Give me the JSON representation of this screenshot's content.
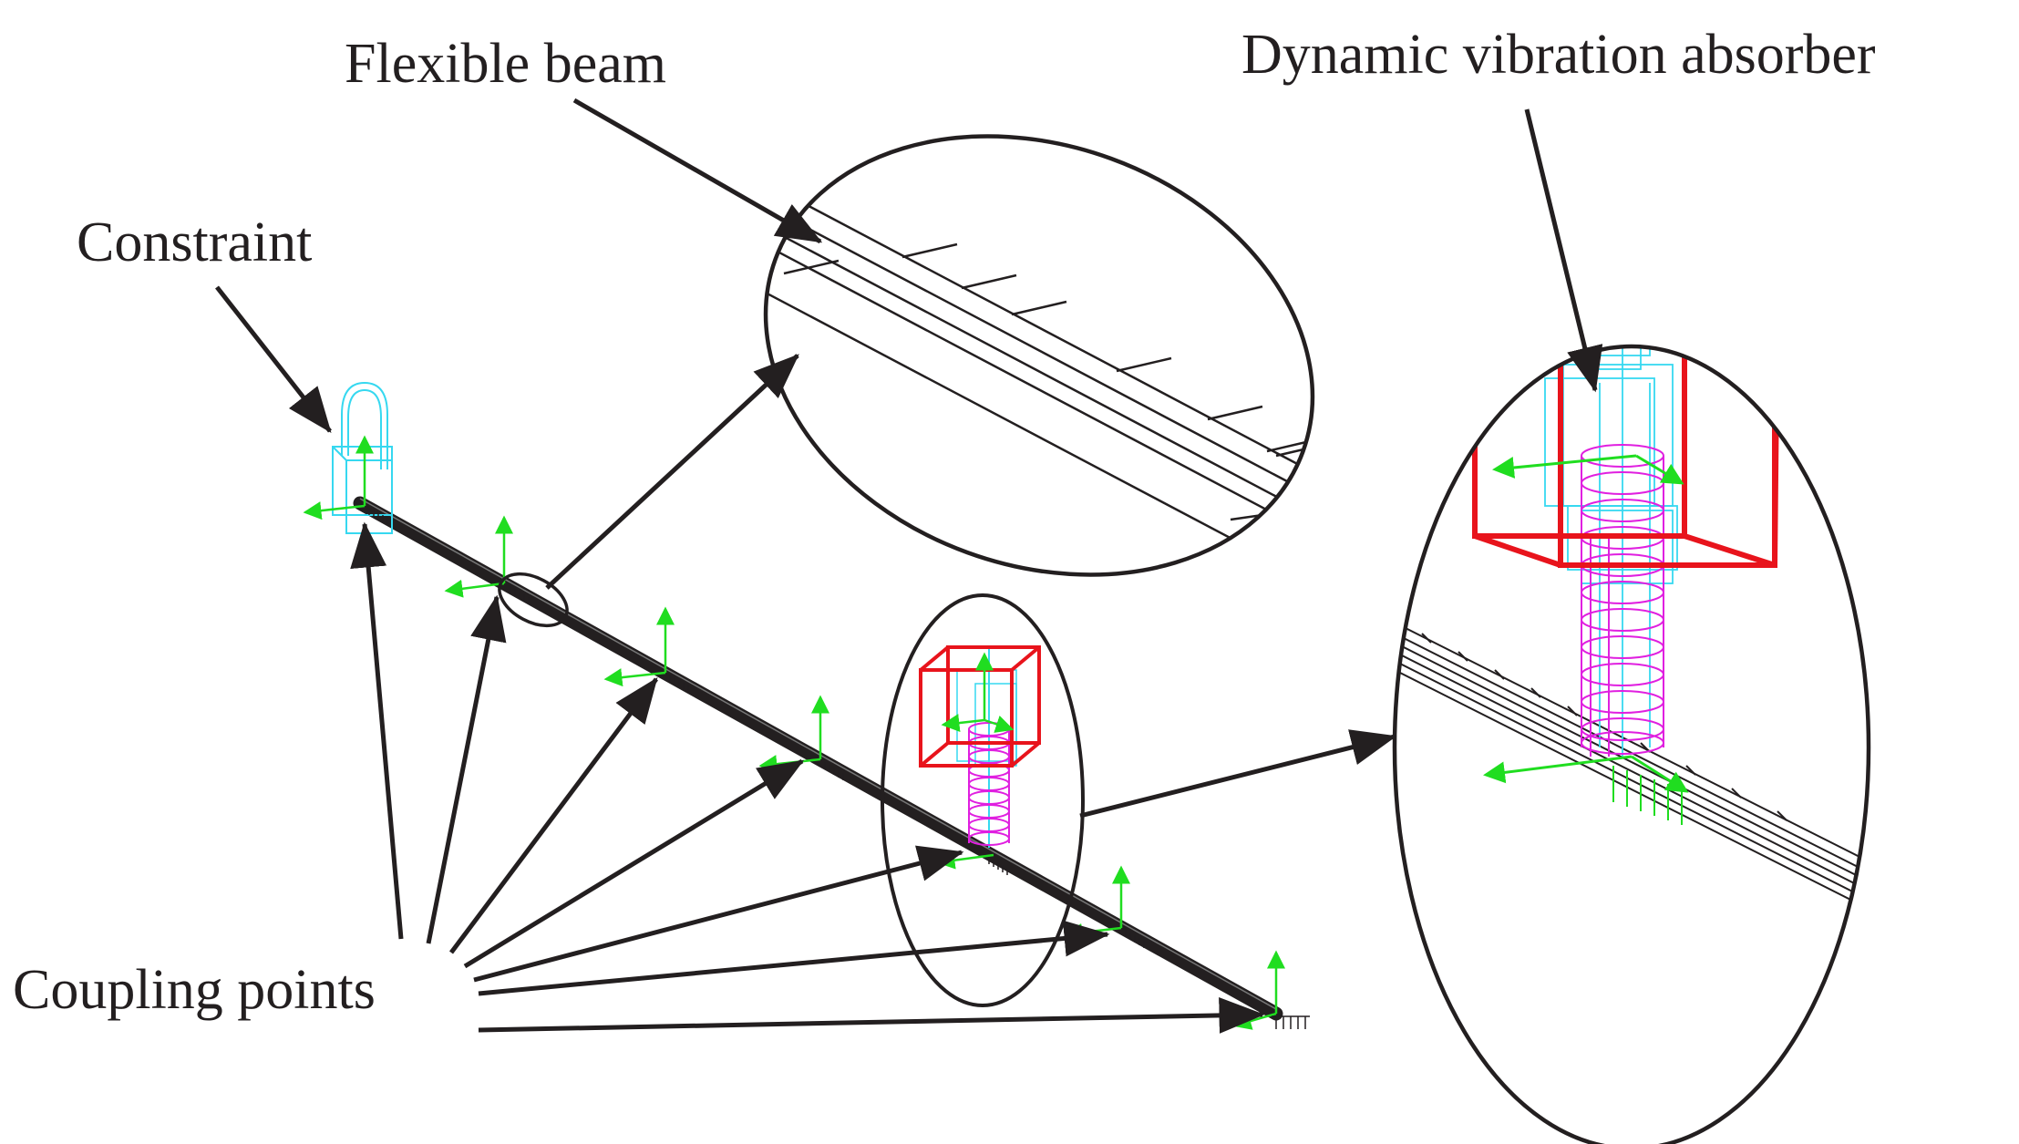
{
  "labels": {
    "flexible_beam": "Flexible beam",
    "dynamic_vibration_absorber": "Dynamic vibration absorber",
    "constraint": "Constraint",
    "coupling_points": "Coupling points"
  },
  "colors": {
    "ink": "#231f20",
    "absorber_frame": "#e8141c",
    "spring": "#e020e0",
    "wireframe": "#36d8f0",
    "axis": "#20dd20"
  },
  "icons": {
    "constraint": "padlock-constraint-icon",
    "coupling_point": "coordinate-triad-icon",
    "spring": "helical-spring-icon",
    "absorber": "absorber-box-icon"
  }
}
